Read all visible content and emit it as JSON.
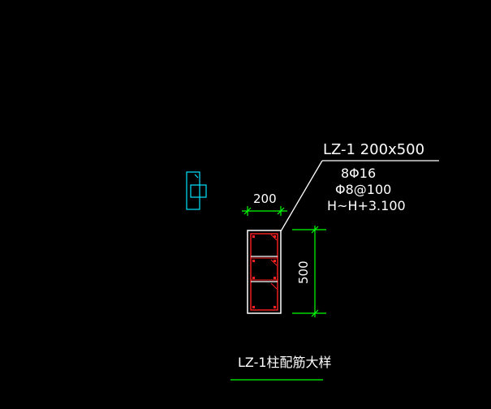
{
  "column_label": {
    "mark_size": "LZ-1 200x500",
    "main_rebar": "8Φ16",
    "stirrup": "Φ8@100",
    "elevation": "H~H+3.100"
  },
  "dimensions": {
    "width": "200",
    "height": "500"
  },
  "caption": "LZ-1柱配筋大样",
  "colors": {
    "background": "#000000",
    "text": "#ffffff",
    "dimension": "#00ff00",
    "rebar": "#ff0000",
    "outline": "#ffffff",
    "symbol": "#00ffff"
  },
  "icons": [
    "column-section-symbol"
  ]
}
